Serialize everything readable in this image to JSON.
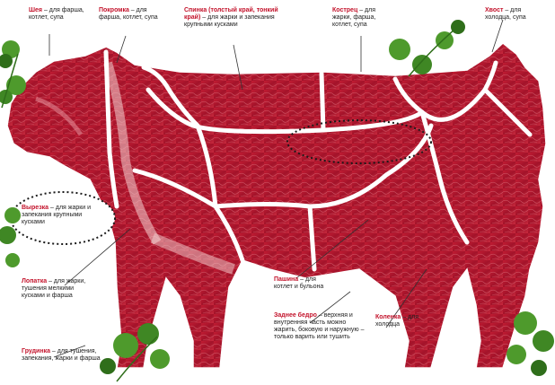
{
  "labels": {
    "sheya": {
      "title": "Шея",
      "text": " – для фарша, котлет, супа"
    },
    "pokromka": {
      "title": "Покромка",
      "text": " – для фарша, котлет, супа"
    },
    "spinka": {
      "title": "Спинка (толстый край, тонкий край)",
      "text": " – для жарки и запекания крупными кусками"
    },
    "kostrets": {
      "title": "Кострец",
      "text": " – для жарки, фарша, котлет, супа"
    },
    "hvost": {
      "title": "Хвост",
      "text": " – для холодца, супа"
    },
    "vyrezka": {
      "title": "Вырезка",
      "text": " – для жарки и запекания крупными кусками"
    },
    "lopatka": {
      "title": "Лопатка",
      "text": " – для жарки, тушения мелкими кусками и фарша"
    },
    "pashina": {
      "title": "Пашина",
      "text": " – для котлет и бульона"
    },
    "zadnee": {
      "title": "Заднее бедро",
      "text": " – верхняя и внутренняя часть можно жарить, боковую и наружную – только варить или тушить"
    },
    "kolenka": {
      "title": "Коленка",
      "text": " – для холодца"
    },
    "grudinka": {
      "title": "Грудинка",
      "text": " – для тушения, запекания, жарки и фарша"
    }
  },
  "colors": {
    "meat": "#b3162c",
    "meat_dark": "#8e0f22",
    "meat_light": "#d84a5a",
    "fat": "#f3d6d6",
    "accent": "#c3132b",
    "leaf": "#4e9a2c",
    "leaf_dark": "#2f6e1a"
  },
  "icons": [
    "parsley-sprig-icon"
  ]
}
